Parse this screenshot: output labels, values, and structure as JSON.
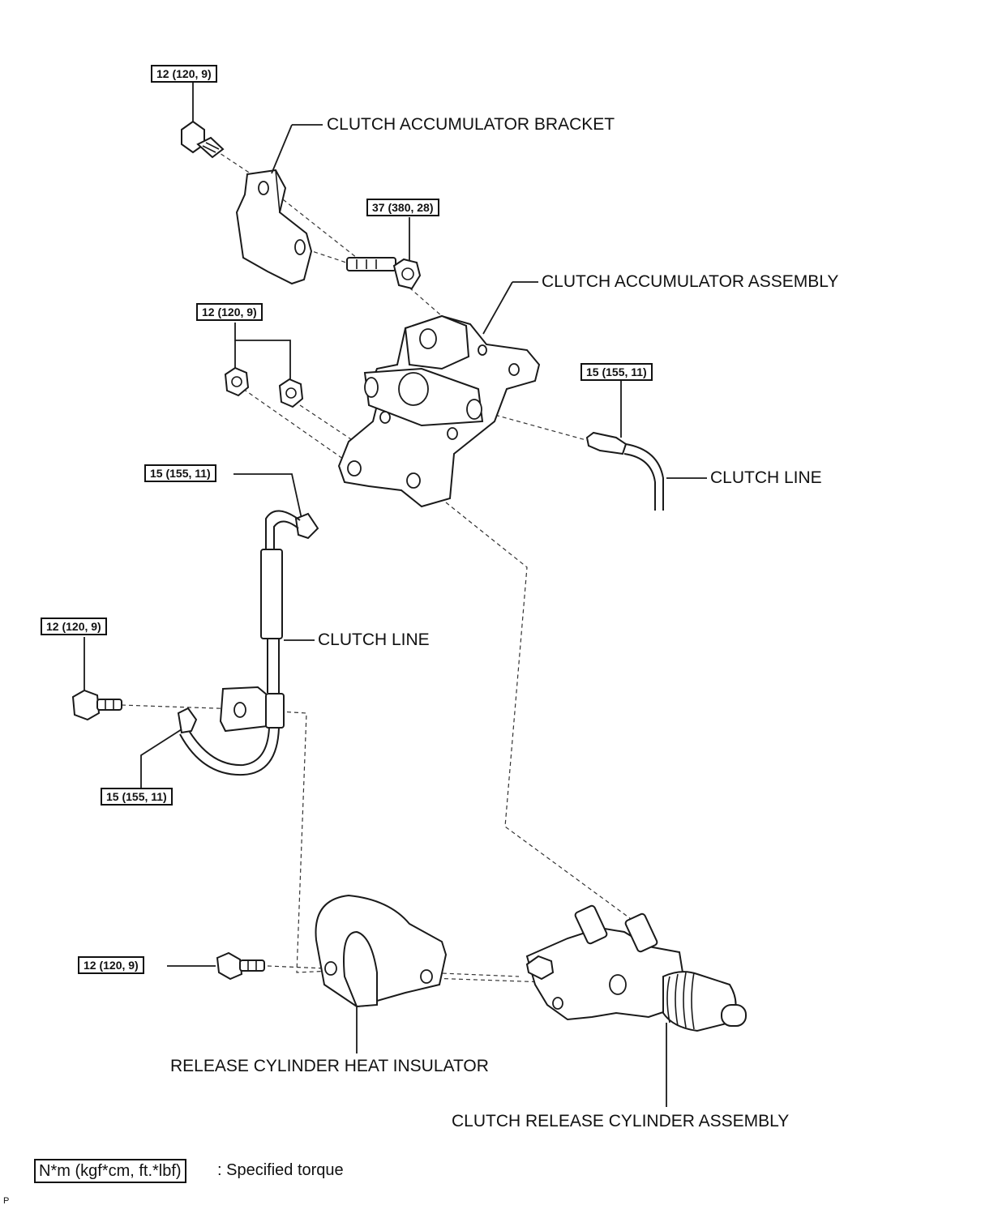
{
  "labels": {
    "accumulator_bracket": "CLUTCH ACCUMULATOR BRACKET",
    "accumulator_assembly": "CLUTCH ACCUMULATOR ASSEMBLY",
    "clutch_line_upper": "CLUTCH LINE",
    "clutch_line_lower": "CLUTCH LINE",
    "heat_insulator": "RELEASE CYLINDER HEAT INSULATOR",
    "release_cylinder": "CLUTCH RELEASE CYLINDER ASSEMBLY"
  },
  "torques": {
    "bracket_bolt": "12 (120, 9)",
    "accumulator_bolt": "37 (380, 28)",
    "accumulator_nuts": "12 (120, 9)",
    "upper_line_union": "15 (155, 11)",
    "hose_union_top": "15 (155, 11)",
    "hose_bracket_bolt": "12 (120, 9)",
    "hose_union_bottom": "15 (155, 11)",
    "insulator_bolt": "12 (120, 9)"
  },
  "legend": {
    "unit": "N*m (kgf*cm, ft.*lbf)",
    "description": ": Specified torque"
  },
  "corner_mark": "P"
}
